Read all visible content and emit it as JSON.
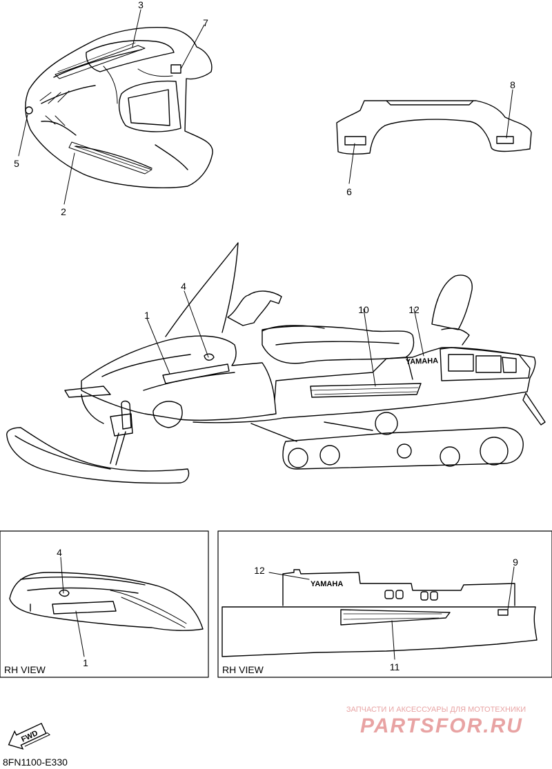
{
  "callouts": {
    "c1": "1",
    "c2": "2",
    "c3": "3",
    "c4": "4",
    "c5": "5",
    "c6": "6",
    "c7": "7",
    "c8": "8",
    "c9": "9",
    "c10": "10",
    "c11": "11",
    "c12": "12"
  },
  "yamaha_text": "YAMAHA",
  "rh_view_label": "RH VIEW",
  "fwd_label": "FWD",
  "diagram_code": "8FN1100-E330",
  "watermark": {
    "tagline": "ЗАПЧАСТИ И АКСЕССУАРЫ ДЛЯ МОТОТЕХНИКИ",
    "brand": "PARTSFOR.RU"
  },
  "colors": {
    "line": "#000000",
    "watermark": "#e8a3a3"
  }
}
